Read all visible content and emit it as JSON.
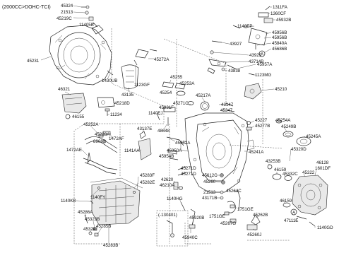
{
  "header": {
    "title": "(2000CC>DOHC-TCI)"
  },
  "inset": {
    "label": "(-130401)"
  },
  "markers": {
    "a": "A"
  },
  "labels": {
    "l45324a": "45324",
    "l21513a": "21513",
    "l45219C": "45219C",
    "l11405B": "11405B",
    "l45231": "45231",
    "l45272A": "45272A",
    "l1430UB": "1430UB",
    "l1123GF": "1123GF",
    "l43135": "43135",
    "l46321": "46321",
    "l45218D": "45218D",
    "l11234": "11234",
    "l46155": "46155",
    "l1311FA": "1311FA",
    "l1360CF": "1360CF",
    "l45932B": "45932B",
    "l1140EP": "1140EP",
    "l45956Ba": "45956B",
    "l45956Bb": "45956B",
    "l45840A": "45840A",
    "l45686B": "45686B",
    "l43927": "43927",
    "l43929": "43929",
    "l43714B": "43714B",
    "l45957A": "45957A",
    "l43838": "43838",
    "l1123MG": "1123MG",
    "l45255": "45255",
    "l45253A": "45253A",
    "l45254": "45254",
    "l45271C": "45271C",
    "l45217A": "45217A",
    "l45210": "45210",
    "l45931F": "45931F",
    "l1140EJ": "1140EJ",
    "l43147": "43147",
    "l45347": "45347",
    "l48648": "48648",
    "l43137E": "43137E",
    "l45227": "45227",
    "l45277B": "45277B",
    "l45254A": "45254A",
    "l45249B": "45249B",
    "l45245A": "45245A",
    "l45252A": "45252A",
    "l45228A": "45228A",
    "l89087": "89087",
    "l1472AF": "1472AF",
    "l1472AE": "1472AE",
    "l45952A": "45952A",
    "l1141AA": "1141AA",
    "l45950A": "45950A",
    "l45954B": "45954B",
    "l45241A": "45241A",
    "l45320D": "45320D",
    "l43253B": "43253B",
    "l46159a": "46159",
    "l45332C": "45332C",
    "l45322": "45322",
    "l46128": "46128",
    "l1601DF": "1601DF",
    "l46159b": "46159",
    "l47111E": "47111E",
    "l1140GD": "1140GD",
    "l45283F": "45283F",
    "l45282E": "45282E",
    "l1140FY": "1140FY",
    "l1140KB": "1140KB",
    "l45286A": "45286A",
    "l45323B": "45323B",
    "l45285B": "45285B",
    "l45324b": "45324",
    "l45283B": "45283B",
    "l45271D": "45271D",
    "l45271Db": "45271D",
    "l42620": "42620",
    "l46210A": "46210A",
    "l45612C": "45612C",
    "l45260": "45260",
    "l45264C": "45264C",
    "l21513b": "21513",
    "l43171B": "43171B",
    "l1140HG": "1140HG",
    "l45920B": "45920B",
    "l1751GEa": "1751GE",
    "l1751GEb": "1751GE",
    "l45267G": "45267G",
    "l45262B": "45262B",
    "l45260J": "45260J",
    "l45940C": "45940C"
  }
}
